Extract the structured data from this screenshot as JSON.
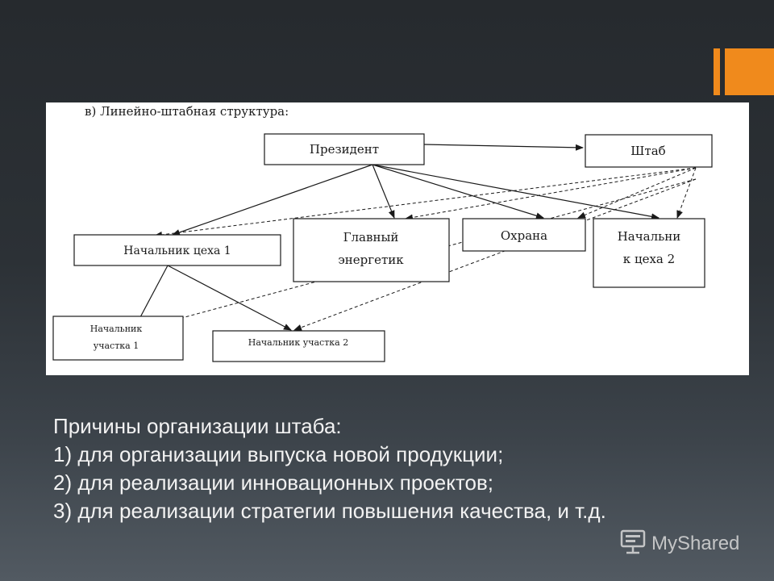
{
  "diagram": {
    "title": "в) Линейно-штабная структура:",
    "nodes": {
      "president": "Президент",
      "staff": "Штаб",
      "shop_head_1": "Начальник цеха 1",
      "chief_energy_line1": "Главный",
      "chief_energy_line2": "энергетик",
      "security": "Охрана",
      "shop_head_2_line1": "Начальни",
      "shop_head_2_line2": "к цеха 2",
      "section_head_1_line1": "Начальник",
      "section_head_1_line2": "участка 1",
      "section_head_2": "Начальник участка 2"
    }
  },
  "reasons": {
    "heading": "Причины организации штаба:",
    "items": [
      "1) для организации выпуска новой продукции;",
      "2) для реализации инновационных проектов;",
      "3) для реализации стратегии повышения качества, и т.д."
    ]
  },
  "watermark": {
    "text": "MyShared",
    "icon": "presentation-board-icon"
  },
  "colors": {
    "accent": "#f08a1c",
    "background": "#2c3136",
    "text": "#f2f2f2"
  }
}
